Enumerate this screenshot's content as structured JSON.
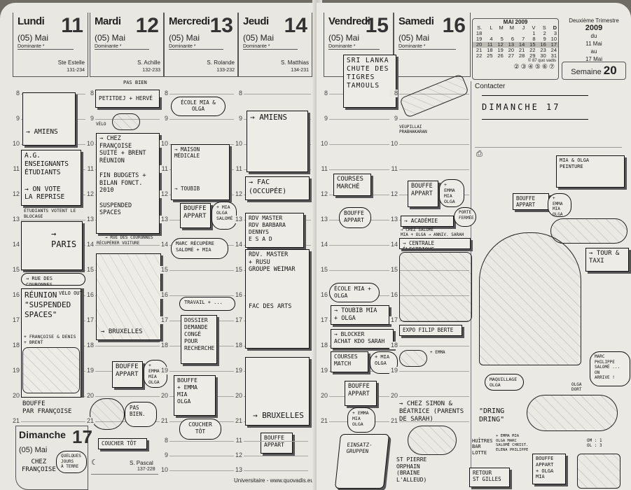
{
  "hours": [
    "8",
    "9",
    "10",
    "11",
    "12",
    "13",
    "14",
    "15",
    "16",
    "17",
    "18",
    "19",
    "20",
    "21"
  ],
  "days": [
    {
      "name": "Lundi",
      "num": "11",
      "month": "(05) Mai",
      "dominante": "Dominante *",
      "saint": "Ste Estelle",
      "code": "131-234"
    },
    {
      "name": "Mardi",
      "num": "12",
      "month": "(05) Mai",
      "dominante": "Dominante *",
      "saint": "S. Achille",
      "code": "132-233"
    },
    {
      "name": "Mercredi",
      "num": "13",
      "month": "(05) Mai",
      "dominante": "Dominante *",
      "saint": "S. Rolande",
      "code": "133-232"
    },
    {
      "name": "Jeudi",
      "num": "14",
      "month": "(05) Mai",
      "dominante": "Dominante *",
      "saint": "S. Matthias",
      "code": "134-231"
    },
    {
      "name": "Vendredi",
      "num": "15",
      "month": "(05) Mai",
      "dominante": "Dominante *",
      "saint": "",
      "code": ""
    },
    {
      "name": "Samedi",
      "num": "16",
      "month": "(05) Mai",
      "dominante": "Dominante *",
      "saint": "",
      "code": ""
    }
  ],
  "sunday": {
    "name": "Dimanche",
    "num": "17",
    "month": "(05) Mai",
    "saint": "S. Pascal",
    "code": "137-228",
    "hours": [
      "8",
      "9",
      "10",
      "11",
      "12",
      "13"
    ],
    "moon": "☾"
  },
  "calendar": {
    "title": "MAI 2009",
    "headers": [
      "S.",
      "L",
      "M",
      "M",
      "J",
      "V",
      "S",
      "D"
    ],
    "rows": [
      [
        "18",
        "",
        "",
        "",
        "",
        "1",
        "2",
        "3"
      ],
      [
        "19",
        "4",
        "5",
        "6",
        "7",
        "8",
        "9",
        "10"
      ],
      [
        "20",
        "11",
        "12",
        "13",
        "14",
        "15",
        "16",
        "17"
      ],
      [
        "21",
        "18",
        "19",
        "20",
        "21",
        "22",
        "23",
        "24"
      ],
      [
        "22",
        "25",
        "26",
        "27",
        "28",
        "29",
        "30",
        "31"
      ]
    ],
    "copyright": "© 87 quo vadis",
    "dots": [
      "②",
      "③",
      "④",
      "⑤",
      "⑥",
      "⑦"
    ]
  },
  "trimester": {
    "label": "Deuxième Trimestre",
    "year": "2009",
    "du": "du",
    "from": "11 Mai",
    "au": "au",
    "to": "17 Mai"
  },
  "week": {
    "label": "Semaine",
    "num": "20"
  },
  "contact_label": "Contacter",
  "footer": "Universitaire - www.quovadis.eu",
  "notes": {
    "lun": [
      "→ Amiens",
      "A.G. Enseignants\nÉtudiants\n\n→ On vote\nla reprise",
      "Étudiants votent le blocage",
      "→ Paris",
      "→ Rue des Couronnes",
      "Vélo out",
      "Réunion\n\"Suspended\nSpaces\"",
      "+ Françoise & Denis\n+ Brent",
      "Bouffe\npar Françoise"
    ],
    "mar": [
      "Pas bien",
      "Petitdej + Hervé",
      "Vélo",
      "→ Chez Françoise\nSuite      + Brent\nRéunion\n\nFin budgets +\nbilan fonct. 2010\n\nSuspended\nSpaces",
      "→ Rue des couronnes",
      "Récupérer voiture",
      "→ Bruxelles",
      "Bouffe\nAppart",
      "+ Emma\nMia\nOlga",
      "Pas\nbien.",
      "Coucher tôt"
    ],
    "mer": [
      "École Mia & Olga",
      "→ Maison médicale\n\n\n\n\n→ Toubib",
      "Bouffe\nAppart",
      "+ Mia\nOlga\nSalomé",
      "Marc récupère\nSalomé + Mia",
      "Travail + ...",
      "Dossier\nDemande\nCongé\nPour\nRecherche",
      "Bouffe\n+ Emma\nMia\nOlga",
      "Coucher\ntôt"
    ],
    "jeu": [
      "→ Amiens",
      "→ Fac (occupée)",
      "RDV Master\nRDV Barbara\n      Dennys\nE S A D",
      "RDV. Master\n+ Rusu\nGroupe Weimar\n\n\n\n\nFac des arts",
      "→ Bruxelles",
      "Bouffe\nAppart"
    ],
    "ven": [
      "Sri Lanka\nChute des\nTigres\nTamouls",
      "Veupillai\nPrabhakaran",
      "Courses\nMarché",
      "Bouffe\nAppart",
      "École Mia +\nOlga",
      "→ Toubib Mia\n+ Olga",
      "→ Blocker\nAchat KDO Sarah",
      "Courses\nMatch",
      "+ Mia\nOlga",
      "Bouffe\nAppart",
      "+ Emma\nMia\nOlga",
      "Einsatz-\ngruppen"
    ],
    "sam": [
      "Bouffe\nAppart",
      "+ Emma\nMia\nOlga",
      "→ Académie",
      "Porte\nfermée",
      "→ Chez Salomé\nMia + Olga → Anniv. Sarah",
      "→ Centrale électrique",
      "Expo Filip Berte",
      "+ Emma",
      "→ Chez Simon &\nBéatrice (parents\nde Sarah)",
      "St Pierre\nOrphain\n(Braine\nl'Alleud)",
      "Huîtres\nBar\nLotte",
      "Retour\nSt Gilles"
    ],
    "dim": [
      "Dimanche 17",
      "Mia & Olga\nPeinture",
      "Bouffe\nAppart",
      "+ Emma\nMia\nOlga",
      "→ Tour &\nTaxi",
      "Maquillage\nOlga",
      "Olga\ndort",
      "Marc Philippe\nSalomé ... on\narrive !",
      "\"Dring\nDring\"",
      "+ Emma Mia\nOlga Marc\nSalomé Christ.\nElena Philippe",
      "Bouffe\nAppart\n+ Olga\nMia",
      "OM : 1\nOL : 3"
    ],
    "sun_left": [
      "Chez\nFrançoise",
      "Quelques\njours\nà terre"
    ]
  }
}
